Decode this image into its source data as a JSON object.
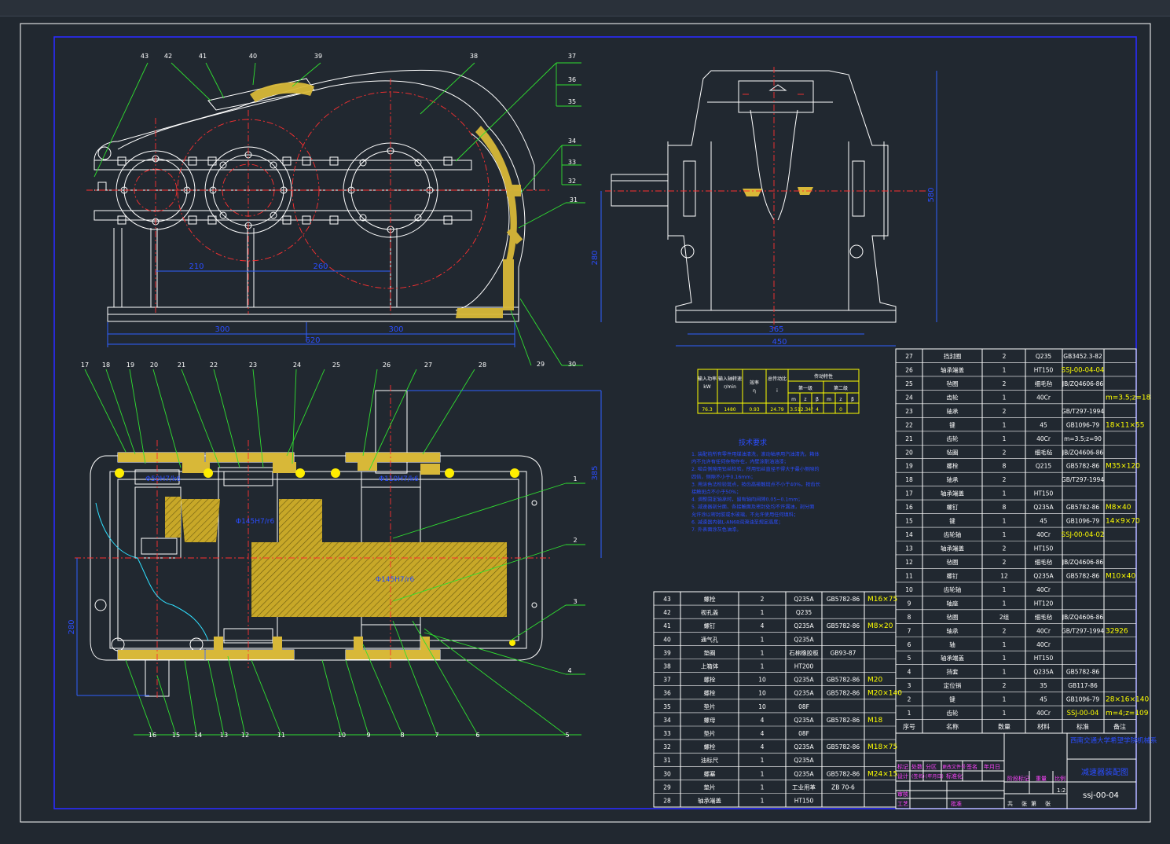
{
  "sheet": {
    "drawing_number": "ssj-00-04",
    "scale_value": "1:2",
    "sheet_labels": [
      "共",
      "张",
      "第",
      "张"
    ]
  },
  "dims": {
    "front_210": "210",
    "front_260": "260",
    "front_300a": "300",
    "front_300b": "300",
    "front_620": "620",
    "side_280": "280",
    "side_580": "580",
    "side_365": "365",
    "side_450": "450",
    "plan_385": "385",
    "plan_280": "280",
    "plan_phi_left": "Φ50H7/k6",
    "plan_phi_mid": "Φ145H7/r6",
    "plan_phi_top": "Φ110H7/k6"
  },
  "front_balloons": [
    "43",
    "42",
    "41",
    "40",
    "39",
    "38",
    "37",
    "36",
    "35",
    "34",
    "33",
    "32",
    "31",
    "30",
    "29"
  ],
  "plan_top_balloons": [
    "17",
    "18",
    "19",
    "20",
    "21",
    "22",
    "23",
    "24",
    "25",
    "26",
    "27",
    "28"
  ],
  "plan_right_balloons": [
    "1",
    "2",
    "3",
    "4"
  ],
  "plan_bottom_balloons": [
    "16",
    "15",
    "14",
    "13",
    "12",
    "11",
    "10",
    "9",
    "8",
    "7",
    "6",
    "5"
  ],
  "perf_table": {
    "h_in_power": "输入功率",
    "h_in_power_unit": "kW",
    "h_in_speed": "输入轴转速",
    "h_in_speed_unit": "r/min",
    "h_eff": "效率",
    "h_eff_sym": "η",
    "h_ratio": "总传动比",
    "h_ratio_sym": "i",
    "h_group": "传动特性",
    "h_stage1": "第一级",
    "h_stage2": "第二级",
    "h_sub": [
      "m",
      "z",
      "β",
      "m",
      "z",
      "β"
    ],
    "row": [
      "76.3",
      "1480",
      "0.93",
      "24.79",
      "3.5",
      "12.34°",
      "4",
      "0"
    ]
  },
  "tech_req": {
    "title": "技术要求",
    "lines": [
      "1. 装配前所有零件用煤油清洗，滚动轴承用汽油清洗，箱体",
      "   内不允许有任何杂物存在，内壁涂耐油油漆；",
      "2. 啮合侧隙用铅丝检验，所用铅丝直径不得大于最小侧隙的",
      "   四倍，侧隙不小于0.16mm；",
      "3. 用涂色法检验斑点，按齿高接触斑点不小于40%，按齿长",
      "   接触斑点不小于50%；",
      "4. 调整固定轴承时，留有轴向间隙0.05~0.1mm；",
      "5. 减速器剖分面、各接触面及密封处均不许漏油，剖分面",
      "   允许涂以密封胶或水玻璃，不允许使用任何填料；",
      "6. 减速器内装L-AN68润滑油至规定高度；",
      "7. 外表面涂灰色油漆。"
    ]
  },
  "bom_left": {
    "rows": [
      [
        "43",
        "螺栓",
        "2",
        "Q235A",
        "GB5782-86",
        "M16×75"
      ],
      [
        "42",
        "视孔盖",
        "1",
        "Q235",
        "",
        ""
      ],
      [
        "41",
        "螺钉",
        "4",
        "Q235A",
        "GB5782-86",
        "M8×20"
      ],
      [
        "40",
        "通气孔",
        "1",
        "Q235A",
        "",
        ""
      ],
      [
        "39",
        "垫圈",
        "1",
        "石棉橡胶板",
        "GB93-87",
        ""
      ],
      [
        "38",
        "上箱体",
        "1",
        "HT200",
        "",
        ""
      ],
      [
        "37",
        "螺栓",
        "10",
        "Q235A",
        "GB5782-86",
        "M20"
      ],
      [
        "36",
        "螺栓",
        "10",
        "Q235A",
        "GB5782-86",
        "M20×140"
      ],
      [
        "35",
        "垫片",
        "10",
        "08F",
        "",
        ""
      ],
      [
        "34",
        "螺母",
        "4",
        "Q235A",
        "GB5782-86",
        "M18"
      ],
      [
        "33",
        "垫片",
        "4",
        "08F",
        "",
        ""
      ],
      [
        "32",
        "螺栓",
        "4",
        "Q235A",
        "GB5782-86",
        "M18×75"
      ],
      [
        "31",
        "油标尺",
        "1",
        "Q235A",
        "",
        ""
      ],
      [
        "30",
        "螺塞",
        "1",
        "Q235A",
        "GB5782-86",
        "M24×15"
      ],
      [
        "29",
        "垫片",
        "1",
        "工业用革",
        "ZB 70-6",
        ""
      ],
      [
        "28",
        "轴承端盖",
        "1",
        "HT150",
        "",
        ""
      ]
    ]
  },
  "bom_right": {
    "rows": [
      [
        "27",
        "挡封圈",
        "2",
        "Q235",
        "GB3452.3-82",
        ""
      ],
      [
        "26",
        "轴承端盖",
        "1",
        "HT150",
        "SSJ-00-04-04",
        ""
      ],
      [
        "25",
        "毡圈",
        "2",
        "细毛毡",
        "JB/ZQ4606-86",
        ""
      ],
      [
        "24",
        "齿轮",
        "1",
        "40Cr",
        "",
        "m=3.5;z=18"
      ],
      [
        "23",
        "轴承",
        "2",
        "",
        "GB/T297-1994",
        ""
      ],
      [
        "22",
        "键",
        "1",
        "45",
        "GB1096-79",
        "18×11×55"
      ],
      [
        "21",
        "齿轮",
        "1",
        "40Cr",
        "m=3.5;z=90",
        ""
      ],
      [
        "20",
        "毡圈",
        "2",
        "细毛毡",
        "JB/ZQ4606-86",
        ""
      ],
      [
        "19",
        "螺栓",
        "8",
        "Q215",
        "GB5782-86",
        "M35×120"
      ],
      [
        "18",
        "轴承",
        "2",
        "",
        "GB/T297-1994",
        ""
      ],
      [
        "17",
        "轴承端盖",
        "1",
        "HT150",
        "",
        ""
      ],
      [
        "16",
        "螺钉",
        "8",
        "Q235A",
        "GB5782-86",
        "M8×40"
      ],
      [
        "15",
        "键",
        "1",
        "45",
        "GB1096-79",
        "14×9×70"
      ],
      [
        "14",
        "齿轮轴",
        "1",
        "40Cr",
        "SSJ-00-04-02",
        ""
      ],
      [
        "13",
        "轴承端盖",
        "2",
        "HT150",
        "",
        ""
      ],
      [
        "12",
        "毡圈",
        "2",
        "细毛毡",
        "JB/ZQ4606-86",
        ""
      ],
      [
        "11",
        "螺钉",
        "12",
        "Q235A",
        "GB5782-86",
        "M10×40"
      ],
      [
        "10",
        "齿轮轴",
        "1",
        "40Cr",
        "",
        ""
      ],
      [
        "9",
        "轴座",
        "1",
        "HT120",
        "",
        ""
      ],
      [
        "8",
        "毡圈",
        "2组",
        "细毛毡",
        "JB/ZQ4606-86",
        ""
      ],
      [
        "7",
        "轴承",
        "2",
        "40Cr",
        "GB/T297-1994",
        "32926"
      ],
      [
        "6",
        "轴",
        "1",
        "40Cr",
        "",
        ""
      ],
      [
        "5",
        "轴承端盖",
        "1",
        "HT150",
        "",
        ""
      ],
      [
        "4",
        "挡套",
        "1",
        "Q235A",
        "GB5782-86",
        ""
      ],
      [
        "3",
        "定位销",
        "2",
        "35",
        "GB117-86",
        ""
      ],
      [
        "2",
        "键",
        "1",
        "45",
        "GB1096-79",
        "28×16×140"
      ],
      [
        "1",
        "齿轮",
        "1",
        "40Cr",
        "SSJ-00-04",
        "m=4;z=109"
      ]
    ],
    "header": [
      "序号",
      "名称",
      "数量",
      "材料",
      "标准",
      "备注"
    ]
  },
  "title_block": {
    "school": "西南交通大学希望学院机械系",
    "name": "减速器装配图",
    "r1": [
      "标记",
      "处数",
      "分区",
      "更改文件号",
      "签名",
      "年月日"
    ],
    "r2": [
      "设计",
      "(签名)",
      "(年月日)",
      "标准化"
    ],
    "r3": [
      "审核"
    ],
    "r4": [
      "工艺",
      "批准"
    ],
    "stage": [
      "阶段标记",
      "重量",
      "比例"
    ]
  }
}
